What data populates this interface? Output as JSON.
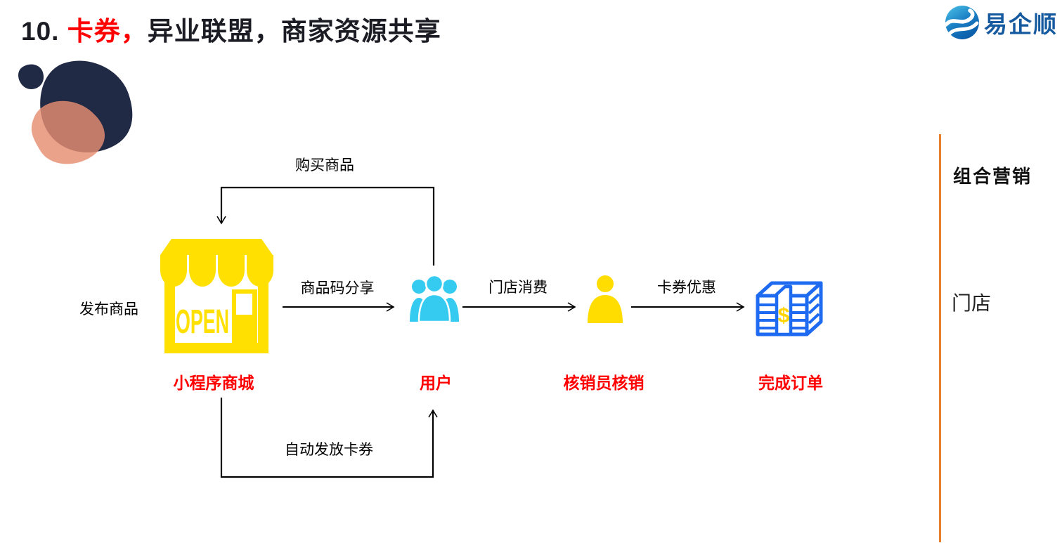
{
  "title": {
    "number": "10.",
    "highlight": "卡券，",
    "rest": "异业联盟，商家资源共享"
  },
  "logo": {
    "name": "易企顺"
  },
  "sidebar": {
    "heading": "组合营销",
    "item": "门店"
  },
  "flow": {
    "store_badge": "OPEN",
    "dollar_sign": "$",
    "nodes": [
      {
        "label": "小程序商城"
      },
      {
        "label": "用户"
      },
      {
        "label": "核销员核销"
      },
      {
        "label": "完成订单"
      }
    ],
    "edge_labels": {
      "publish": "发布商品",
      "buy": "购买商品",
      "share": "商品码分享",
      "consume": "门店消费",
      "coupon": "卡券优惠",
      "auto_issue": "自动发放卡券"
    }
  },
  "colors": {
    "accent_red": "#ff0000",
    "store_yellow": "#ffe000",
    "person_yellow": "#ffdd00",
    "user_cyan": "#35cbf0",
    "money_blue": "#1e6bf1",
    "sidebar_line_orange": "#e9802d",
    "logo_blue": "#15599f",
    "blob_navy": "#202a44",
    "blob_salmon": "#e78d72"
  }
}
